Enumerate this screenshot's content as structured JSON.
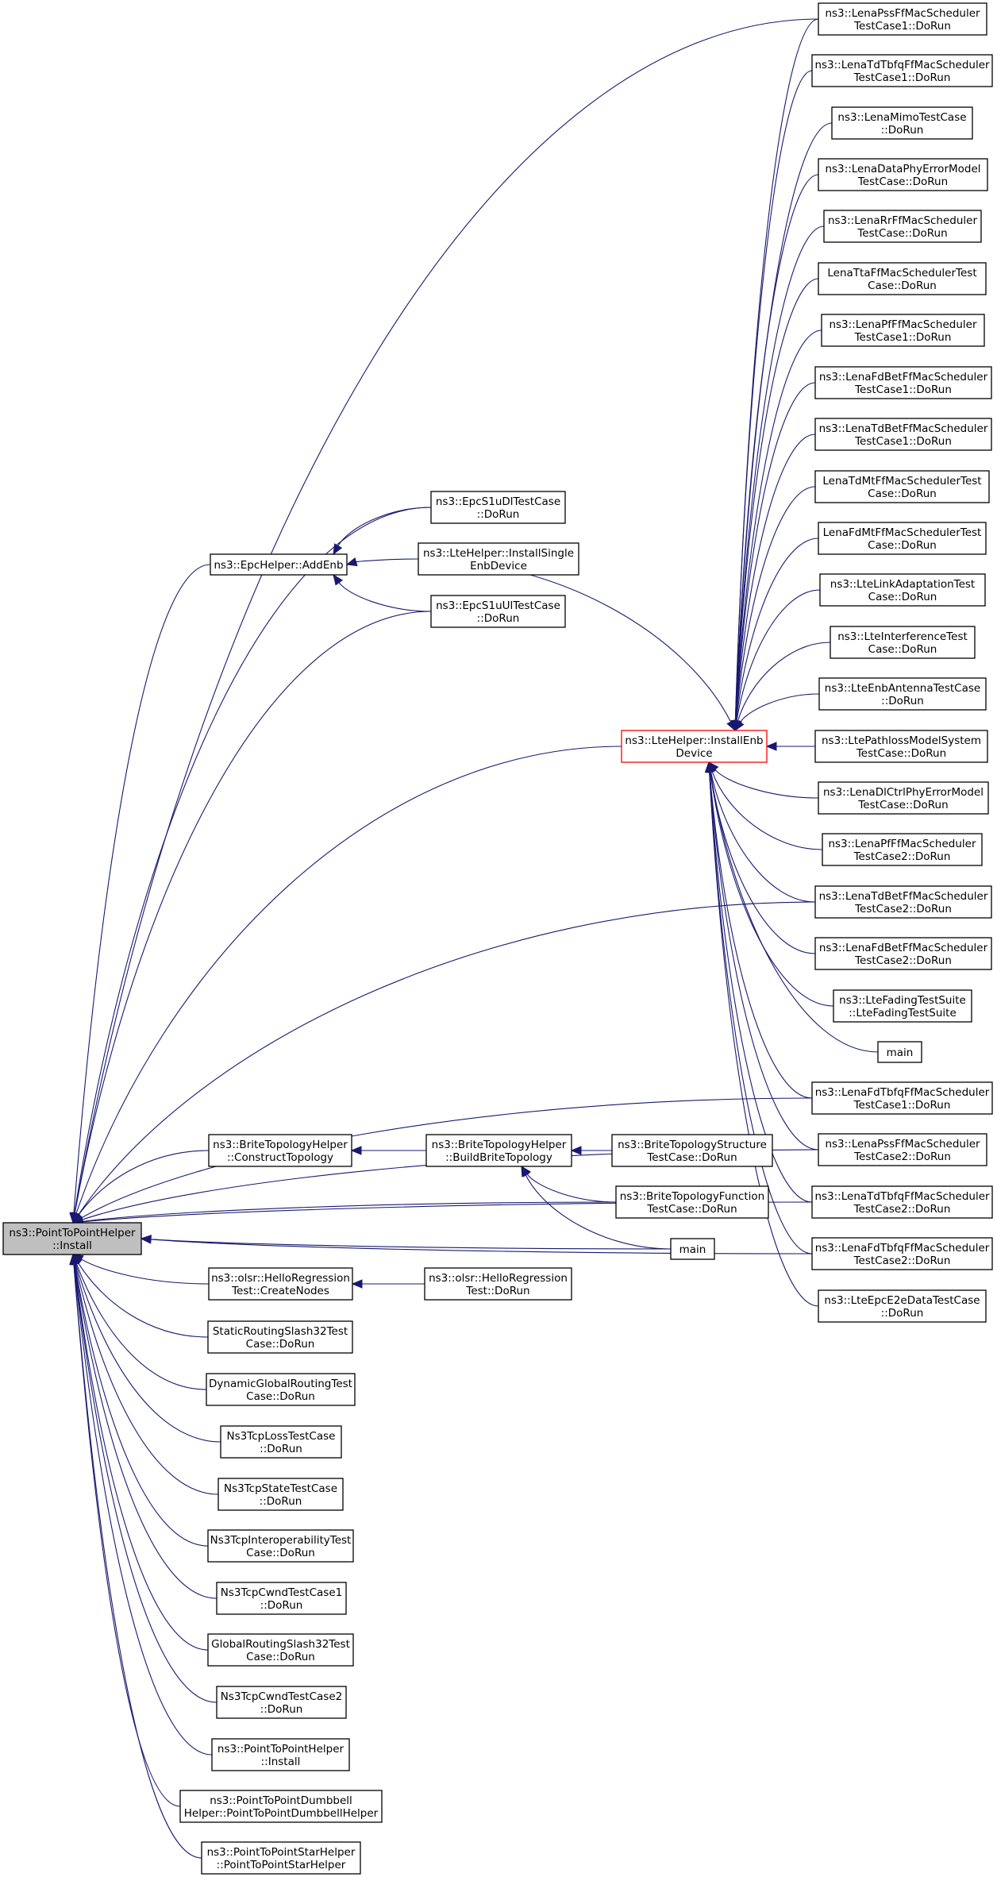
{
  "colors": {
    "edge": "#191970",
    "root_fill": "#bfbfbf",
    "focus_border": "#ff0000",
    "node_border": "#000000"
  },
  "nodes": [
    {
      "id": "root",
      "lines": [
        "ns3::PointToPointHelper",
        "::Install"
      ],
      "style": "root"
    },
    {
      "id": "epchelper",
      "lines": [
        "ns3::EpcHelper::AddEnb"
      ]
    },
    {
      "id": "epcs1udl",
      "lines": [
        "ns3::EpcS1uDlTestCase",
        "::DoRun"
      ]
    },
    {
      "id": "ltehelper_single",
      "lines": [
        "ns3::LteHelper::InstallSingle",
        "EnbDevice"
      ]
    },
    {
      "id": "epcs1uul",
      "lines": [
        "ns3::EpcS1uUlTestCase",
        "::DoRun"
      ]
    },
    {
      "id": "ltehelper_install",
      "lines": [
        "ns3::LteHelper::InstallEnb",
        "Device"
      ],
      "style": "focus"
    },
    {
      "id": "r1",
      "lines": [
        "ns3::LenaPssFfMacScheduler",
        "TestCase1::DoRun"
      ]
    },
    {
      "id": "r2",
      "lines": [
        "ns3::LenaTdTbfqFfMacScheduler",
        "TestCase1::DoRun"
      ]
    },
    {
      "id": "r3",
      "lines": [
        "ns3::LenaMimoTestCase",
        "::DoRun"
      ]
    },
    {
      "id": "r4",
      "lines": [
        "ns3::LenaDataPhyErrorModel",
        "TestCase::DoRun"
      ]
    },
    {
      "id": "r5",
      "lines": [
        "ns3::LenaRrFfMacScheduler",
        "TestCase::DoRun"
      ]
    },
    {
      "id": "r6",
      "lines": [
        "LenaTtaFfMacSchedulerTest",
        "Case::DoRun"
      ]
    },
    {
      "id": "r7",
      "lines": [
        "ns3::LenaPfFfMacScheduler",
        "TestCase1::DoRun"
      ]
    },
    {
      "id": "r8",
      "lines": [
        "ns3::LenaFdBetFfMacScheduler",
        "TestCase1::DoRun"
      ]
    },
    {
      "id": "r9",
      "lines": [
        "ns3::LenaTdBetFfMacScheduler",
        "TestCase1::DoRun"
      ]
    },
    {
      "id": "r10",
      "lines": [
        "LenaTdMtFfMacSchedulerTest",
        "Case::DoRun"
      ]
    },
    {
      "id": "r11",
      "lines": [
        "LenaFdMtFfMacSchedulerTest",
        "Case::DoRun"
      ]
    },
    {
      "id": "r12",
      "lines": [
        "ns3::LteLinkAdaptationTest",
        "Case::DoRun"
      ]
    },
    {
      "id": "r13",
      "lines": [
        "ns3::LteInterferenceTest",
        "Case::DoRun"
      ]
    },
    {
      "id": "r14",
      "lines": [
        "ns3::LteEnbAntennaTestCase",
        "::DoRun"
      ]
    },
    {
      "id": "r15",
      "lines": [
        "ns3::LtePathlossModelSystem",
        "TestCase::DoRun"
      ]
    },
    {
      "id": "r16",
      "lines": [
        "ns3::LenaDlCtrlPhyErrorModel",
        "TestCase::DoRun"
      ]
    },
    {
      "id": "r17",
      "lines": [
        "ns3::LenaPfFfMacScheduler",
        "TestCase2::DoRun"
      ]
    },
    {
      "id": "r18",
      "lines": [
        "ns3::LenaTdBetFfMacScheduler",
        "TestCase2::DoRun"
      ]
    },
    {
      "id": "r19",
      "lines": [
        "ns3::LenaFdBetFfMacScheduler",
        "TestCase2::DoRun"
      ]
    },
    {
      "id": "r20",
      "lines": [
        "ns3::LteFadingTestSuite",
        "::LteFadingTestSuite"
      ]
    },
    {
      "id": "r21",
      "lines": [
        "main"
      ]
    },
    {
      "id": "r22",
      "lines": [
        "ns3::LenaFdTbfqFfMacScheduler",
        "TestCase1::DoRun"
      ]
    },
    {
      "id": "r23",
      "lines": [
        "ns3::LenaPssFfMacScheduler",
        "TestCase2::DoRun"
      ]
    },
    {
      "id": "r24",
      "lines": [
        "ns3::LenaTdTbfqFfMacScheduler",
        "TestCase2::DoRun"
      ]
    },
    {
      "id": "r25",
      "lines": [
        "ns3::LenaFdTbfqFfMacScheduler",
        "TestCase2::DoRun"
      ]
    },
    {
      "id": "r26",
      "lines": [
        "ns3::LteEpcE2eDataTestCase",
        "::DoRun"
      ]
    },
    {
      "id": "brite_construct",
      "lines": [
        "ns3::BriteTopologyHelper",
        "::ConstructTopology"
      ]
    },
    {
      "id": "brite_build",
      "lines": [
        "ns3::BriteTopologyHelper",
        "::BuildBriteTopology"
      ]
    },
    {
      "id": "brite_structure",
      "lines": [
        "ns3::BriteTopologyStructure",
        "TestCase::DoRun"
      ]
    },
    {
      "id": "brite_function",
      "lines": [
        "ns3::BriteTopologyFunction",
        "TestCase::DoRun"
      ]
    },
    {
      "id": "main_mid",
      "lines": [
        "main"
      ]
    },
    {
      "id": "olsr_create",
      "lines": [
        "ns3::olsr::HelloRegression",
        "Test::CreateNodes"
      ]
    },
    {
      "id": "olsr_dorun",
      "lines": [
        "ns3::olsr::HelloRegression",
        "Test::DoRun"
      ]
    },
    {
      "id": "static_routing",
      "lines": [
        "StaticRoutingSlash32Test",
        "Case::DoRun"
      ]
    },
    {
      "id": "dynamic_routing",
      "lines": [
        "DynamicGlobalRoutingTest",
        "Case::DoRun"
      ]
    },
    {
      "id": "tcp_loss",
      "lines": [
        "Ns3TcpLossTestCase",
        "::DoRun"
      ]
    },
    {
      "id": "tcp_state",
      "lines": [
        "Ns3TcpStateTestCase",
        "::DoRun"
      ]
    },
    {
      "id": "tcp_interop",
      "lines": [
        "Ns3TcpInteroperabilityTest",
        "Case::DoRun"
      ]
    },
    {
      "id": "tcp_cwnd1",
      "lines": [
        "Ns3TcpCwndTestCase1",
        "::DoRun"
      ]
    },
    {
      "id": "global_routing",
      "lines": [
        "GlobalRoutingSlash32Test",
        "Case::DoRun"
      ]
    },
    {
      "id": "tcp_cwnd2",
      "lines": [
        "Ns3TcpCwndTestCase2",
        "::DoRun"
      ]
    },
    {
      "id": "p2p_install",
      "lines": [
        "ns3::PointToPointHelper",
        "::Install"
      ]
    },
    {
      "id": "p2p_dumbbell",
      "lines": [
        "ns3::PointToPointDumbbell",
        "Helper::PointToPointDumbbellHelper"
      ]
    },
    {
      "id": "p2p_star",
      "lines": [
        "ns3::PointToPointStarHelper",
        "::PointToPointStarHelper"
      ]
    }
  ],
  "edges": [
    [
      "epchelper",
      "root"
    ],
    [
      "epcs1udl",
      "root"
    ],
    [
      "epcs1uul",
      "root"
    ],
    [
      "ltehelper_install",
      "root"
    ],
    [
      "r1",
      "root"
    ],
    [
      "r18",
      "root"
    ],
    [
      "r22",
      "root"
    ],
    [
      "r23",
      "root"
    ],
    [
      "r24",
      "root"
    ],
    [
      "r25",
      "root"
    ],
    [
      "brite_construct",
      "root"
    ],
    [
      "brite_function",
      "root"
    ],
    [
      "main_mid",
      "root"
    ],
    [
      "olsr_create",
      "root"
    ],
    [
      "static_routing",
      "root"
    ],
    [
      "dynamic_routing",
      "root"
    ],
    [
      "tcp_loss",
      "root"
    ],
    [
      "tcp_state",
      "root"
    ],
    [
      "tcp_interop",
      "root"
    ],
    [
      "tcp_cwnd1",
      "root"
    ],
    [
      "global_routing",
      "root"
    ],
    [
      "tcp_cwnd2",
      "root"
    ],
    [
      "p2p_install",
      "root"
    ],
    [
      "p2p_dumbbell",
      "root"
    ],
    [
      "p2p_star",
      "root"
    ],
    [
      "epcs1udl",
      "epchelper"
    ],
    [
      "ltehelper_single",
      "epchelper"
    ],
    [
      "epcs1uul",
      "epchelper"
    ],
    [
      "ltehelper_single",
      "ltehelper_install"
    ],
    [
      "r1",
      "ltehelper_install"
    ],
    [
      "r2",
      "ltehelper_install"
    ],
    [
      "r3",
      "ltehelper_install"
    ],
    [
      "r4",
      "ltehelper_install"
    ],
    [
      "r5",
      "ltehelper_install"
    ],
    [
      "r6",
      "ltehelper_install"
    ],
    [
      "r7",
      "ltehelper_install"
    ],
    [
      "r8",
      "ltehelper_install"
    ],
    [
      "r9",
      "ltehelper_install"
    ],
    [
      "r10",
      "ltehelper_install"
    ],
    [
      "r11",
      "ltehelper_install"
    ],
    [
      "r12",
      "ltehelper_install"
    ],
    [
      "r13",
      "ltehelper_install"
    ],
    [
      "r14",
      "ltehelper_install"
    ],
    [
      "r15",
      "ltehelper_install"
    ],
    [
      "r16",
      "ltehelper_install"
    ],
    [
      "r17",
      "ltehelper_install"
    ],
    [
      "r18",
      "ltehelper_install"
    ],
    [
      "r19",
      "ltehelper_install"
    ],
    [
      "r20",
      "ltehelper_install"
    ],
    [
      "r21",
      "ltehelper_install"
    ],
    [
      "r22",
      "ltehelper_install"
    ],
    [
      "r23",
      "ltehelper_install"
    ],
    [
      "r24",
      "ltehelper_install"
    ],
    [
      "r25",
      "ltehelper_install"
    ],
    [
      "r26",
      "ltehelper_install"
    ],
    [
      "brite_build",
      "brite_construct"
    ],
    [
      "brite_structure",
      "brite_build"
    ],
    [
      "brite_function",
      "brite_build"
    ],
    [
      "main_mid",
      "brite_build"
    ],
    [
      "olsr_dorun",
      "olsr_create"
    ]
  ]
}
